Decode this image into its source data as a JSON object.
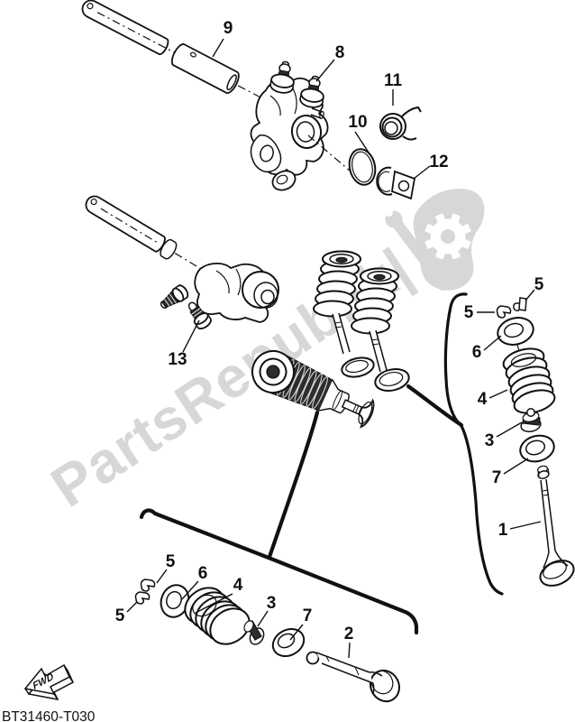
{
  "diagram": {
    "part_code_bottom": "BT31460-T030",
    "fwd_label": "FWD",
    "watermark": {
      "text": "PartsRepublik|",
      "color": "#d7d7d7"
    },
    "line_color": "#111111",
    "callouts": [
      {
        "label": "9"
      },
      {
        "label": "8"
      },
      {
        "label": "10"
      },
      {
        "label": "11"
      },
      {
        "label": "12"
      },
      {
        "label": "13"
      },
      {
        "label": "5"
      },
      {
        "label": "5"
      },
      {
        "label": "6"
      },
      {
        "label": "4"
      },
      {
        "label": "3"
      },
      {
        "label": "7"
      },
      {
        "label": "1"
      },
      {
        "label": "5"
      },
      {
        "label": "5"
      },
      {
        "label": "6"
      },
      {
        "label": "4"
      },
      {
        "label": "3"
      },
      {
        "label": "7"
      },
      {
        "label": "2"
      }
    ]
  }
}
